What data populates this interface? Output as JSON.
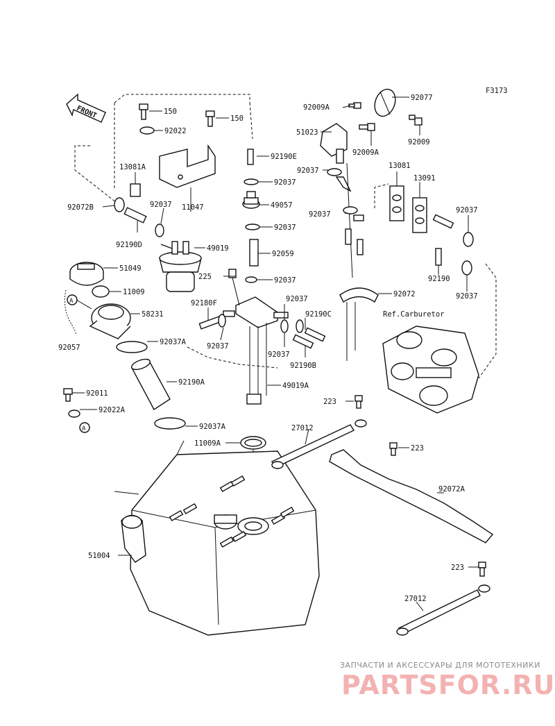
{
  "figure_code": "F3173",
  "front_label": "FRONT",
  "ref_carburetor": "Ref.Carburetor",
  "callouts": {
    "c150a": "150",
    "c150b": "150",
    "c92022": "92022",
    "c13081a": "13081A",
    "c92072b": "92072B",
    "c92037a": "92037",
    "c92190d": "92190D",
    "c11047": "11047",
    "c92190e": "92190E",
    "c92037b": "92037",
    "c49057": "49057",
    "c92037c": "92037",
    "c49019": "49019",
    "c92059": "92059",
    "c92037d": "92037",
    "c51049": "51049",
    "c11009": "11009",
    "c58231": "58231",
    "c92057": "92057",
    "c92037e": "92037A",
    "c92190a": "92190A",
    "c92011": "92011",
    "c92022a": "92022A",
    "c92037f": "92037A",
    "c11009a": "11009A",
    "c225": "225",
    "c92180f": "92180F",
    "c92037g": "92037",
    "c92037h": "92037",
    "c92037i": "92037",
    "c92190c": "92190C",
    "c92190b": "92190B",
    "c49019a": "49019A",
    "c92009a1": "92009A",
    "c92077": "92077",
    "c51023": "51023",
    "c92009": "92009",
    "c92009a2": "92009A",
    "c82037": "92037",
    "c13081": "13081",
    "c13091": "13091",
    "c92037j": "92037",
    "c92037k": "92037",
    "c92072": "92072",
    "c92190": "92190",
    "c92037l": "92037",
    "c223a": "223",
    "c27012a": "27012",
    "c223b": "223",
    "c92072a": "92072A",
    "c51004": "51004",
    "c223c": "223",
    "c27012b": "27012"
  },
  "markers": {
    "a1": "A",
    "a2": "A"
  },
  "watermark": {
    "line1": "ЗАПЧАСТИ И АКСЕССУАРЫ ДЛЯ МОТОТЕХНИКИ",
    "line2": "PARTSFOR.RU"
  }
}
